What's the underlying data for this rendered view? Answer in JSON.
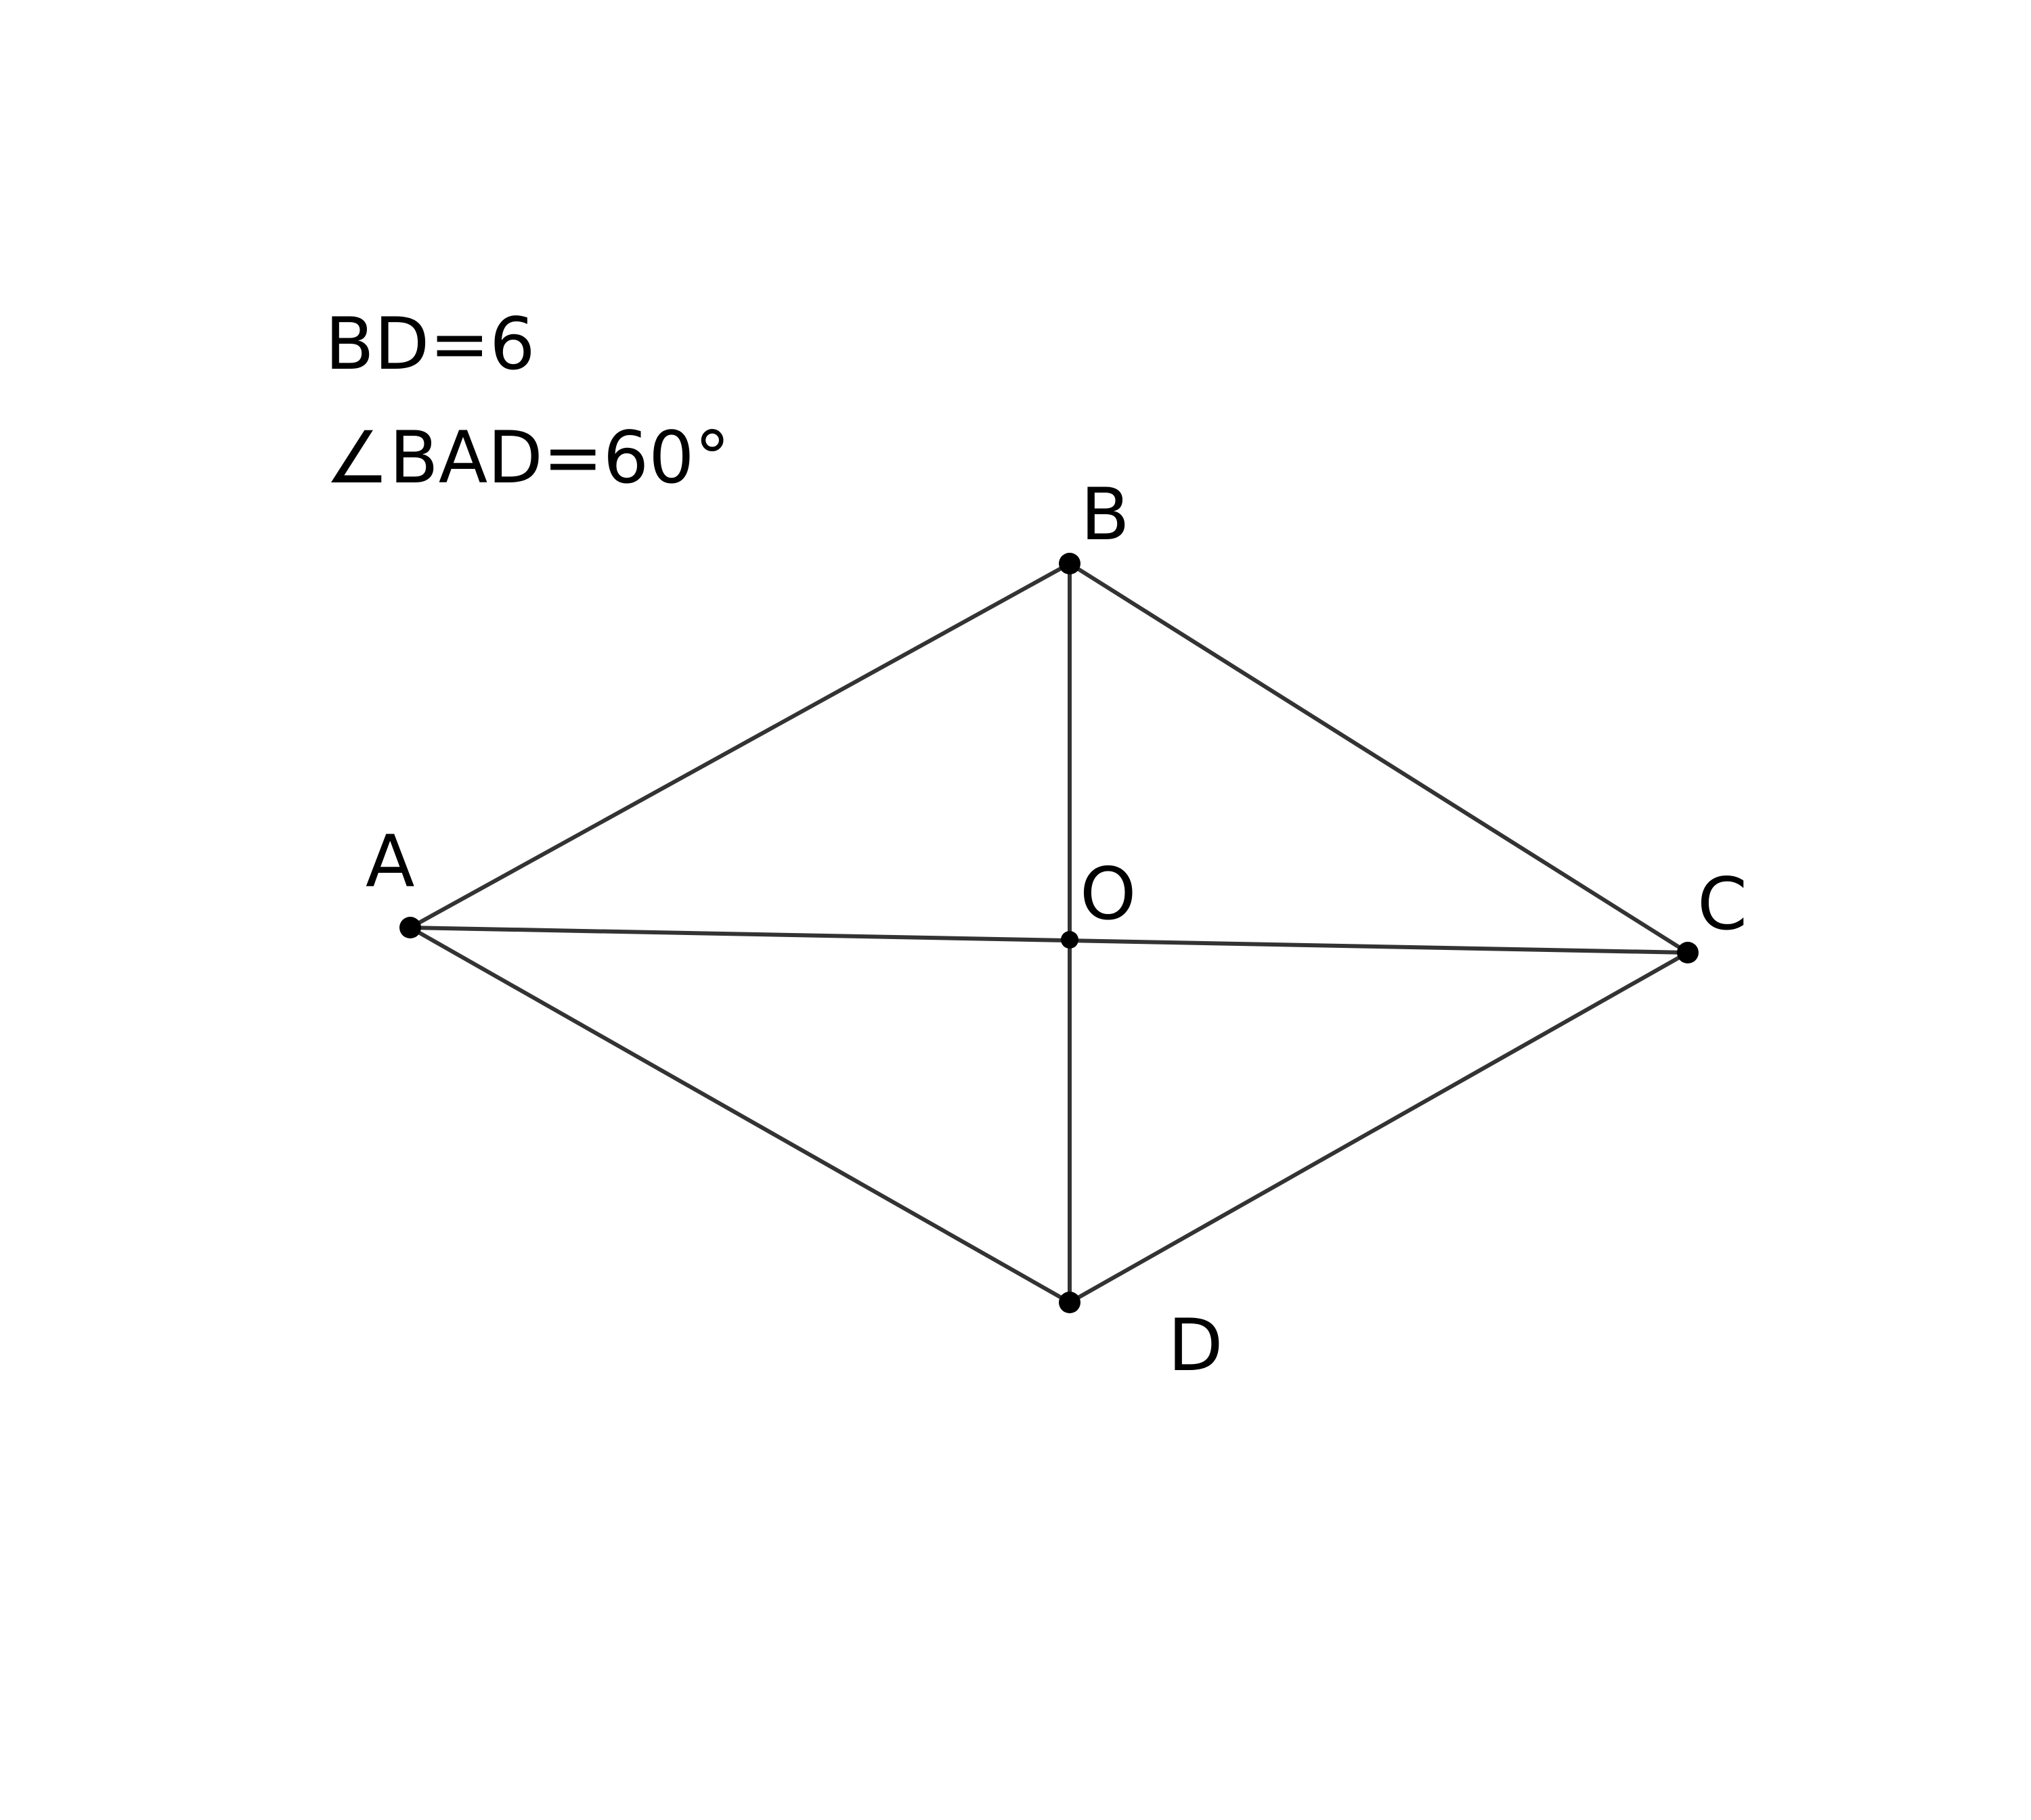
{
  "given": [
    "BD=6",
    "∠BAD=60°"
  ],
  "points": {
    "A": "A",
    "B": "B",
    "C": "C",
    "D": "D",
    "O": "O"
  },
  "edges": [
    [
      "A",
      "B"
    ],
    [
      "B",
      "C"
    ],
    [
      "C",
      "D"
    ],
    [
      "D",
      "A"
    ],
    [
      "A",
      "C"
    ],
    [
      "B",
      "D"
    ]
  ],
  "colors": {
    "line": "#333333",
    "point": "#000000"
  }
}
